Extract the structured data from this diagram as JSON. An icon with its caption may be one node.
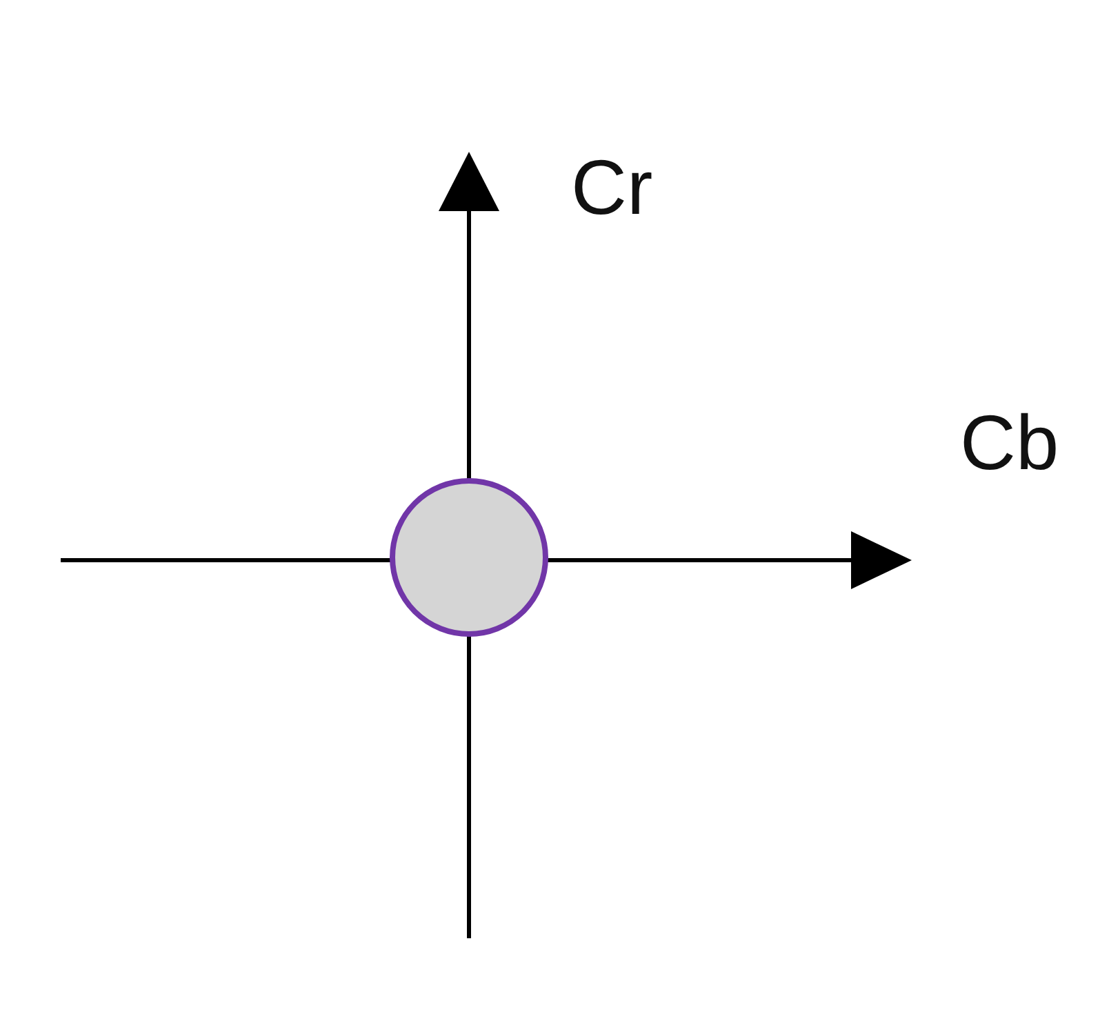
{
  "diagram": {
    "nodes": [
      {
        "text": [],
        "shape": "circle"
      }
    ],
    "labels": [
      "Cr",
      "Cb"
    ]
  }
}
